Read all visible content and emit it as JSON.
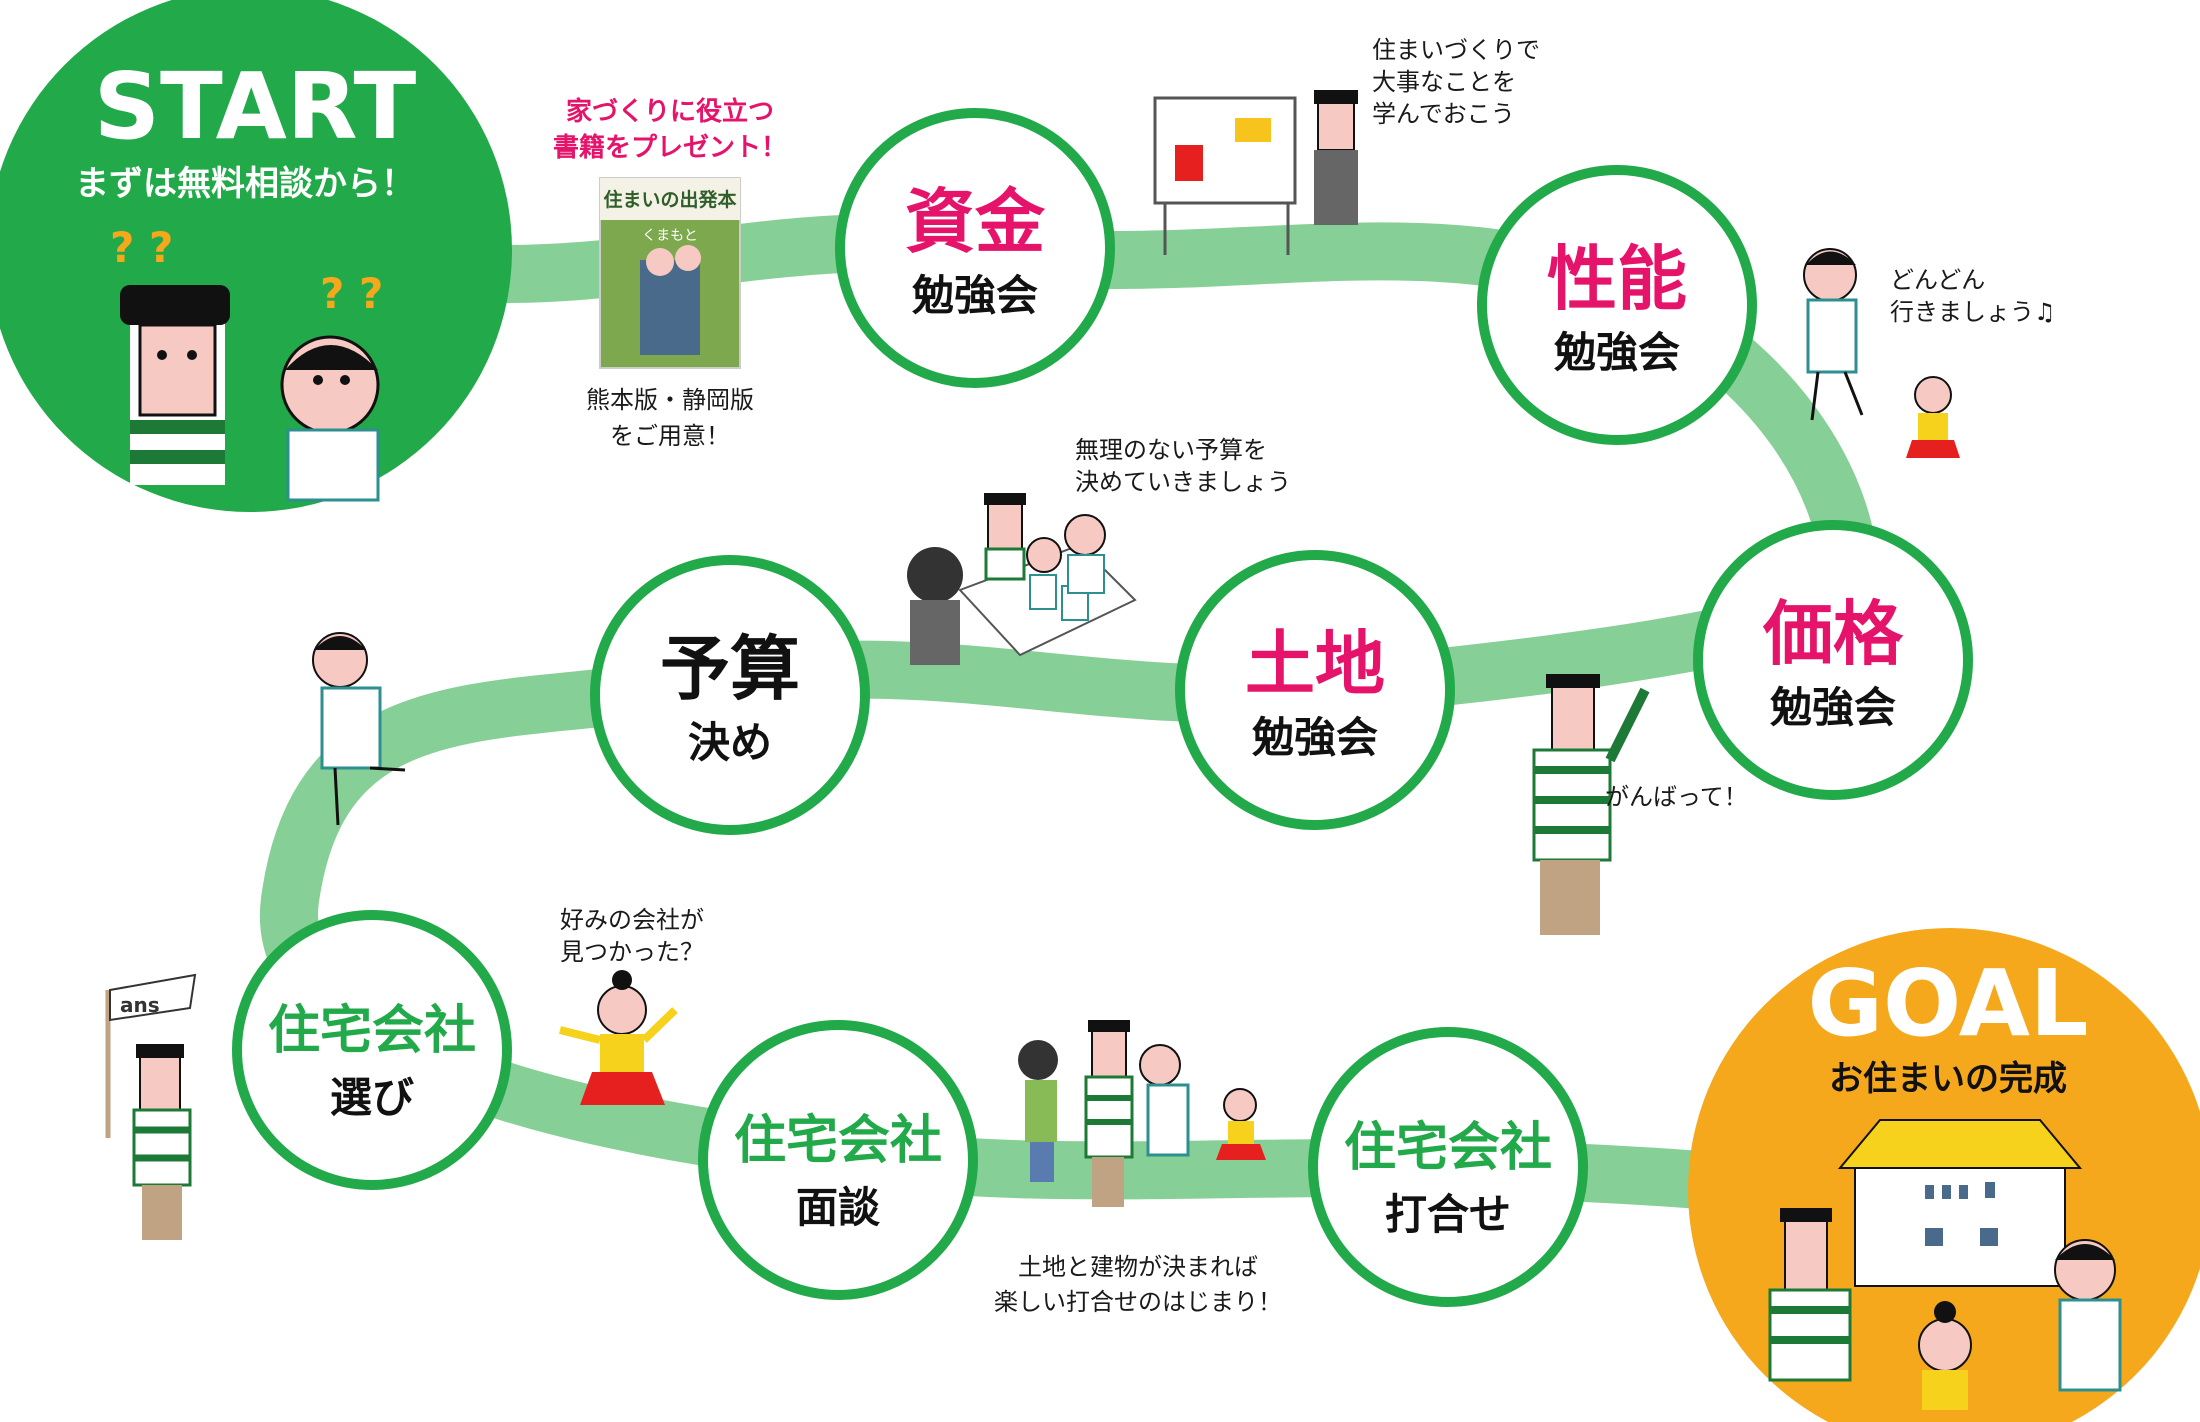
{
  "start": {
    "title": "START",
    "subtitle": "まずは無料相談から！"
  },
  "goal": {
    "title": "GOAL",
    "subtitle": "お住まいの完成"
  },
  "steps": [
    {
      "title": "資金",
      "subtitle": "勉強会"
    },
    {
      "title": "性能",
      "subtitle": "勉強会"
    },
    {
      "title": "価格",
      "subtitle": "勉強会"
    },
    {
      "title": "土地",
      "subtitle": "勉強会"
    },
    {
      "title": "予算",
      "subtitle": "決め"
    },
    {
      "title": "住宅会社",
      "subtitle": "選び"
    },
    {
      "title": "住宅会社",
      "subtitle": "面談"
    },
    {
      "title": "住宅会社",
      "subtitle": "打合せ"
    }
  ],
  "book": {
    "promo_line1": "家づくりに役立つ",
    "promo_line2": "書籍をプレゼント！",
    "cover_title": "住まいの出発本",
    "cover_sub": "くまもと",
    "editions_line1": "熊本版・静岡版",
    "editions_line2": "をご用意！"
  },
  "captions": {
    "learn_line1": "住まいづくりで",
    "learn_line2": "大事なことを",
    "learn_line3": "学んでおこう",
    "go_line1": "どんどん",
    "go_line2": "行きましょう♫",
    "budget_line1": "無理のない予算を",
    "budget_line2": "決めていきましょう",
    "cheer": "がんばって！",
    "found_line1": "好みの会社が",
    "found_line2": "見つかった？",
    "meeting_line1": "土地と建物が決まれば",
    "meeting_line2": "楽しい打合せのはじまり！"
  },
  "flag_text": "ans",
  "colors": {
    "green": "#22a94a",
    "path": "#86cf96",
    "pink": "#e6136a",
    "orange": "#f5a81c",
    "black": "#111111"
  }
}
